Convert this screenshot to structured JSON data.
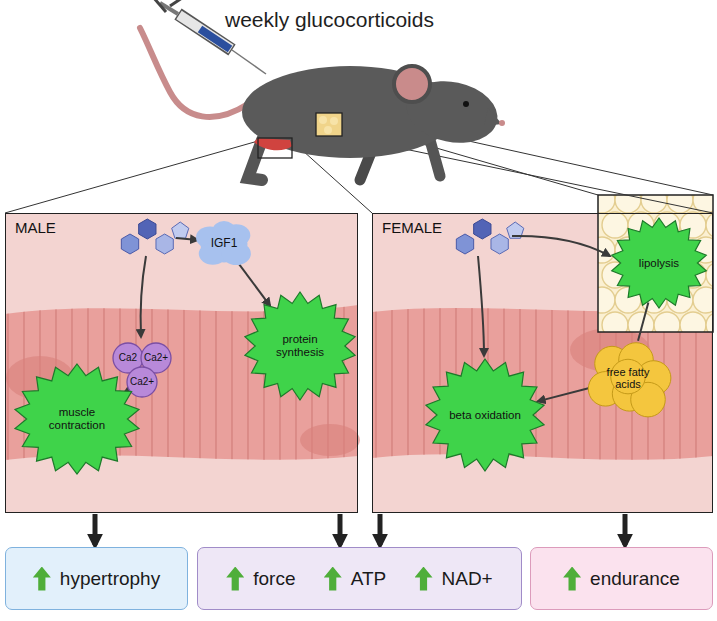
{
  "diagram": {
    "nodes": [
      {
        "text": [
          "MALE"
        ]
      },
      {
        "text": [
          "IGF1"
        ],
        "in": 0
      },
      {
        "text": [
          "Ca2"
        ],
        "in": 0
      },
      {
        "text": [
          "Ca2+"
        ],
        "in": 0
      },
      {
        "text": [
          "Ca2+"
        ],
        "in": 0
      },
      {
        "text": [
          "muscle contraction"
        ],
        "in": 0
      },
      {
        "text": [
          "protein synthesis"
        ],
        "in": 0
      },
      {
        "text": [
          "FEMALE"
        ]
      },
      {
        "text": [
          "lipolysis"
        ],
        "in": 7
      },
      {
        "text": [
          "beta oxidation"
        ],
        "in": 7
      },
      {
        "text": [
          "free fatty acids"
        ],
        "in": 7
      },
      {
        "text": [
          "hypertrophy"
        ]
      },
      {
        "text": [
          "force",
          "ATP",
          "NAD+"
        ]
      },
      {
        "text": [
          "endurance"
        ]
      }
    ],
    "edges": [
      {
        "from": 1,
        "to": 6,
        "arrow": "to"
      },
      {
        "from": 4,
        "to": 5,
        "arrow": "to"
      },
      {
        "from": 8,
        "to": 10,
        "arrow": "none"
      },
      {
        "from": 10,
        "to": 9,
        "arrow": "to"
      },
      {
        "from": 0,
        "to": 11,
        "arrow": "to"
      },
      {
        "from": 0,
        "to": 12,
        "arrow": "to"
      },
      {
        "from": 7,
        "to": 12,
        "arrow": "to"
      },
      {
        "from": 7,
        "to": 13,
        "arrow": "to"
      }
    ],
    "labels": [
      "weekly glucocorticoids"
    ]
  }
}
